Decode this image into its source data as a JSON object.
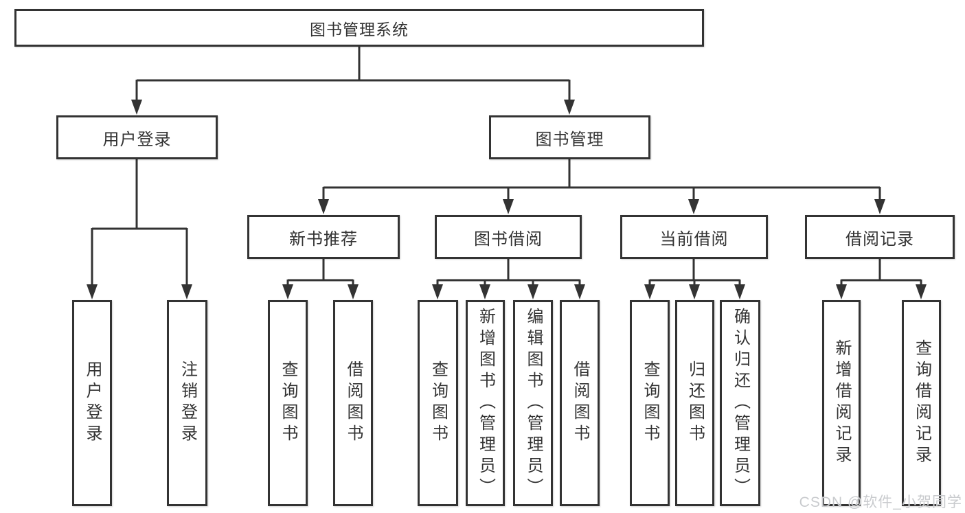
{
  "diagram": {
    "root": {
      "label": "图书管理系统"
    },
    "level2": [
      {
        "label": "用户登录"
      },
      {
        "label": "图书管理"
      }
    ],
    "level3": [
      {
        "label": "新书推荐"
      },
      {
        "label": "图书借阅"
      },
      {
        "label": "当前借阅"
      },
      {
        "label": "借阅记录"
      }
    ],
    "leaves": {
      "login": [
        {
          "label": "用户登录"
        },
        {
          "label": "注销登录"
        }
      ],
      "recommend": [
        {
          "label": "查询图书"
        },
        {
          "label": "借阅图书"
        }
      ],
      "borrow": [
        {
          "label": "查询图书"
        },
        {
          "label": "新增图书（管理员）"
        },
        {
          "label": "编辑图书（管理员）"
        },
        {
          "label": "借阅图书"
        }
      ],
      "current": [
        {
          "label": "查询图书"
        },
        {
          "label": "归还图书"
        },
        {
          "label": "确认归还（管理员）"
        }
      ],
      "records": [
        {
          "label": "新增借阅记录"
        },
        {
          "label": "查询借阅记录"
        }
      ]
    }
  },
  "watermark": {
    "text": "CSDN @软件_小贺同学"
  },
  "colors": {
    "line": "#333333",
    "text": "#333333",
    "background": "#ffffff",
    "watermark": "#c9cbce"
  }
}
